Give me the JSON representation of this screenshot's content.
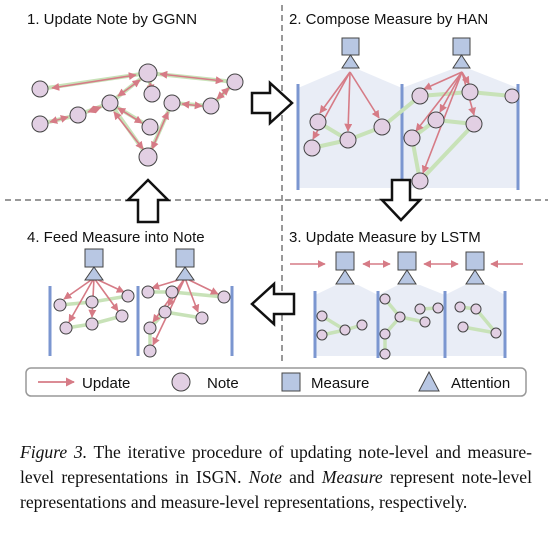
{
  "panels": [
    {
      "title": "1. Update Note by GGNN"
    },
    {
      "title": "2. Compose Measure by HAN"
    },
    {
      "title": "3. Update Measure by LSTM"
    },
    {
      "title": "4. Feed Measure into Note"
    }
  ],
  "legend": {
    "update": "Update",
    "note": "Note",
    "measure": "Measure",
    "attention": "Attention"
  },
  "caption": {
    "label": "Figure 3.",
    "text1": " The iterative procedure of updating note-level and measure-level representations in ISGN. ",
    "note_word": "Note",
    "text2": " and ",
    "measure_word": "Measure",
    "text3": " represent note-level representations and measure-level representations, respectively."
  },
  "colors": {
    "note_fill": "#e2cfe3",
    "measure_fill": "#b8c7e3",
    "arrow_red": "#d67b86",
    "edge_green": "#c8e2b8",
    "bar_blue": "#7b96d0",
    "panel_bg": "#e9edf6"
  }
}
